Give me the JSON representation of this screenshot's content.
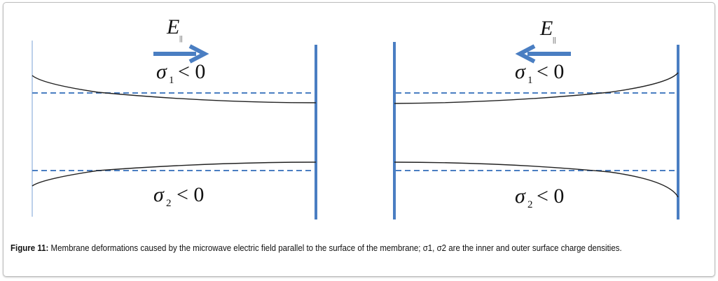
{
  "figure": {
    "left_panel": {
      "field_label": "E",
      "field_subscript": "||",
      "arrow_direction": "right",
      "sigma1": "σ",
      "sigma1_sub": "1",
      "sigma1_rel": "< 0",
      "sigma2": "σ",
      "sigma2_sub": "2",
      "sigma2_rel": "< 0"
    },
    "right_panel": {
      "field_label": "E",
      "field_subscript": "||",
      "arrow_direction": "left",
      "sigma1": "σ",
      "sigma1_sub": "1",
      "sigma1_rel": "< 0",
      "sigma2": "σ",
      "sigma2_sub": "2",
      "sigma2_rel": "< 0"
    },
    "colors": {
      "accent": "#4a7ec2",
      "curve": "#222222"
    }
  },
  "caption": {
    "label": "Figure 11:",
    "text": " Membrane deformations caused by the microwave electric field parallel to the surface of the membrane; σ1, σ2 are the inner and outer surface charge densities."
  }
}
